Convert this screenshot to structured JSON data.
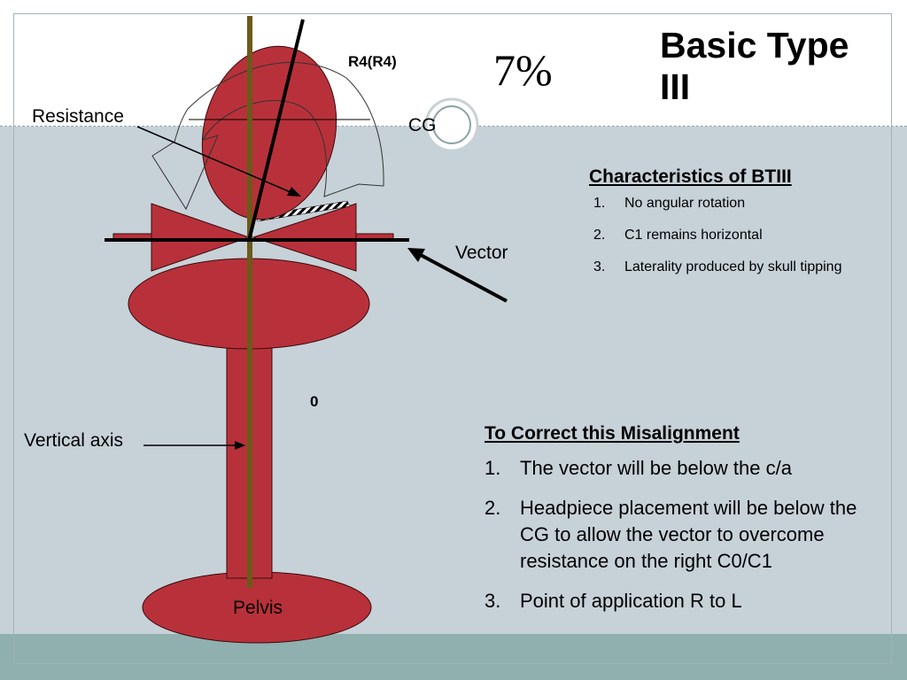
{
  "slide": {
    "title": "Basic Type III",
    "percent": "7%",
    "characteristics": {
      "heading": "Characteristics of BTIII",
      "items": [
        {
          "num": "1.",
          "text": "No angular rotation"
        },
        {
          "num": "2.",
          "text": "C1 remains horizontal"
        },
        {
          "num": "3.",
          "text": "Laterality produced by skull tipping"
        }
      ]
    },
    "correction": {
      "heading": "To Correct this Misalignment",
      "items": [
        {
          "num": "1.",
          "text": "The vector will be below the c/a"
        },
        {
          "num": "2.",
          "text": "Headpiece placement will be below the CG to allow the vector to overcome resistance on the right C0/C1"
        },
        {
          "num": "3.",
          "text": "Point of application R to L"
        }
      ]
    }
  },
  "diagram": {
    "labels": {
      "r4": "R4(R4)",
      "resistance": "Resistance",
      "cg": "CG",
      "vector": "Vector",
      "vertical_axis": "Vertical axis",
      "zero": "0",
      "pelvis": "Pelvis"
    },
    "colors": {
      "body_red": "#b8313a",
      "axis_brown": "#6b5a1a",
      "background_main": "#c7d1d8",
      "background_bottom": "#8fb0ae"
    }
  }
}
